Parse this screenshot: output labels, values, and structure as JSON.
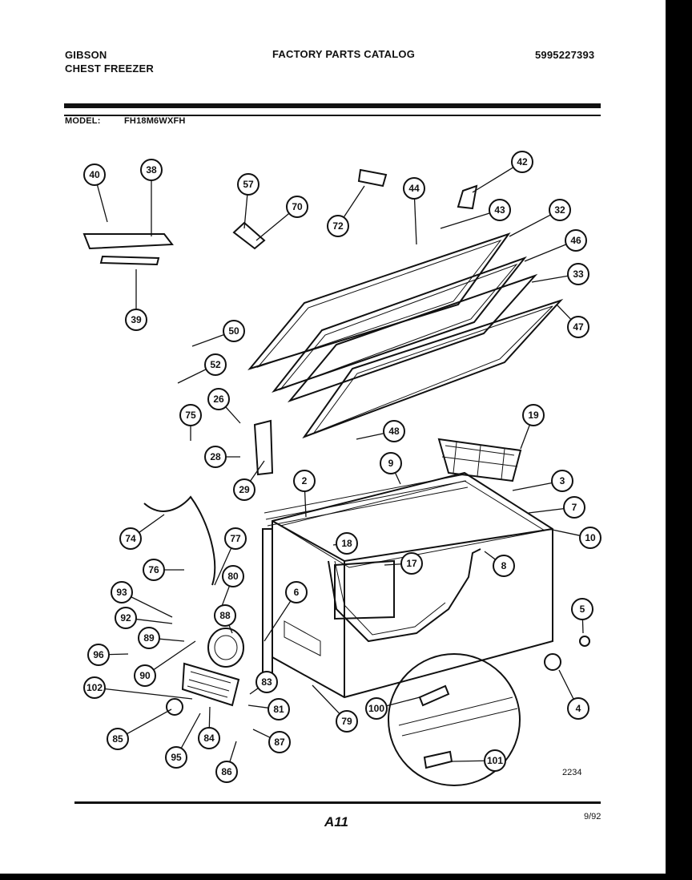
{
  "header": {
    "brand": "GIBSON",
    "product": "CHEST FREEZER",
    "catalog_title": "FACTORY PARTS CATALOG",
    "catalog_number": "5995227393",
    "model_label": "MODEL:",
    "model_number": "FH18M6WXFH"
  },
  "diagram": {
    "figure_code": "2234",
    "callouts": [
      "40",
      "38",
      "39",
      "57",
      "70",
      "72",
      "44",
      "42",
      "43",
      "32",
      "46",
      "33",
      "47",
      "50",
      "52",
      "26",
      "75",
      "28",
      "29",
      "48",
      "19",
      "9",
      "3",
      "2",
      "7",
      "10",
      "18",
      "8",
      "17",
      "74",
      "77",
      "76",
      "80",
      "93",
      "6",
      "92",
      "88",
      "89",
      "5",
      "96",
      "90",
      "102",
      "83",
      "81",
      "79",
      "100",
      "4",
      "85",
      "84",
      "95",
      "87",
      "86",
      "101"
    ]
  },
  "footer": {
    "page_label": "A11",
    "date": "9/92"
  }
}
